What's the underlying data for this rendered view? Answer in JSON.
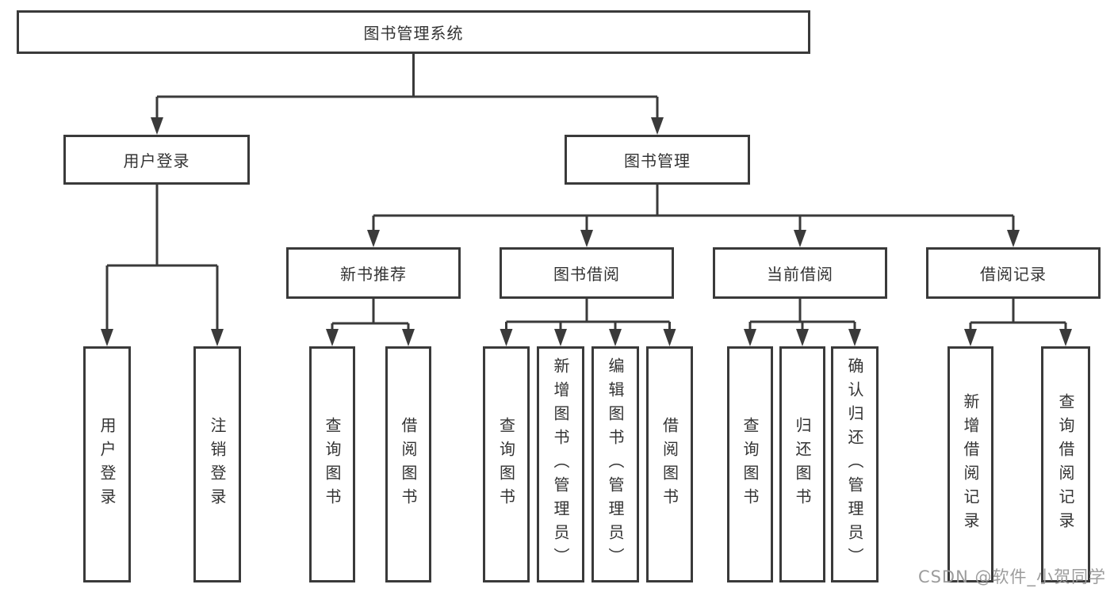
{
  "diagram": {
    "root": {
      "label": "图书管理系统"
    },
    "user_login": {
      "label": "用户登录",
      "children": [
        {
          "label": "用户登录"
        },
        {
          "label": "注销登录"
        }
      ]
    },
    "book_management": {
      "label": "图书管理",
      "sections": [
        {
          "label": "新书推荐",
          "children": [
            {
              "label": "查询图书"
            },
            {
              "label": "借阅图书"
            }
          ]
        },
        {
          "label": "图书借阅",
          "children": [
            {
              "label": "查询图书"
            },
            {
              "label": "新增图书（管理员）"
            },
            {
              "label": "编辑图书（管理员）"
            },
            {
              "label": "借阅图书"
            }
          ]
        },
        {
          "label": "当前借阅",
          "children": [
            {
              "label": "查询图书"
            },
            {
              "label": "归还图书"
            },
            {
              "label": "确认归还（管理员）"
            }
          ]
        },
        {
          "label": "借阅记录",
          "children": [
            {
              "label": "新增借阅记录"
            },
            {
              "label": "查询借阅记录"
            }
          ]
        }
      ]
    }
  },
  "watermark": {
    "text": "CSDN @软件_小贺同学"
  },
  "colors": {
    "line": "#3a3a3a",
    "text": "#333333",
    "watermark": "#9c9c9c",
    "background": "#ffffff"
  }
}
